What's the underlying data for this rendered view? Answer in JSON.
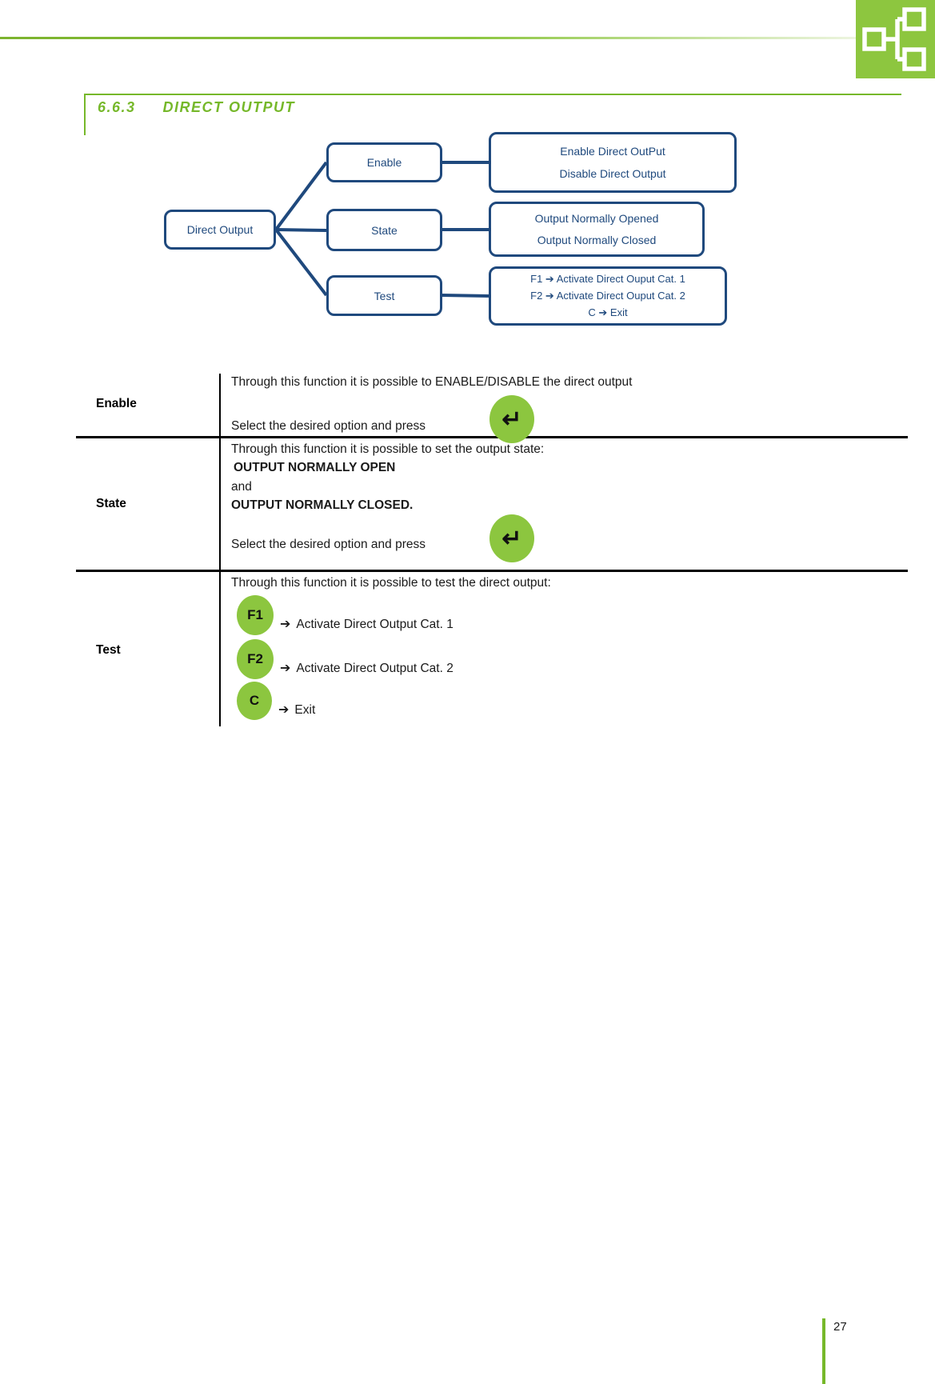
{
  "colors": {
    "navy": "#1F497D",
    "accent_green": "#76B82A",
    "logo_green": "#8DC63F",
    "button_green": "#8CC63F"
  },
  "icons": {
    "enter_key": "↵",
    "arrow": "➔",
    "logo": "network-tree-icon"
  },
  "header": {
    "section_number": "6.6.3",
    "section_title": "DIRECT OUTPUT"
  },
  "flowchart": {
    "root_label": "Direct Output",
    "branches": [
      {
        "label": "Enable",
        "options": [
          "Enable Direct OutPut",
          "Disable Direct Output"
        ]
      },
      {
        "label": "State",
        "options": [
          "Output Normally Opened",
          "Output Normally Closed"
        ]
      },
      {
        "label": "Test",
        "options": [
          "F1 ➔ Activate Direct Ouput Cat. 1",
          "F2 ➔ Activate Direct Ouput Cat. 2",
          "C ➔ Exit"
        ]
      }
    ]
  },
  "table": {
    "enable": {
      "label": "Enable",
      "description": "Through this function it is possible to ENABLE/DISABLE the direct output",
      "select_text": "Select the desired option and press"
    },
    "state": {
      "label": "State",
      "intro": "Through this function it is possible to set the output state:",
      "option_open": "OUTPUT NORMALLY OPEN",
      "conjunction": "and",
      "option_closed": "OUTPUT NORMALLY CLOSED.",
      "select_text": "Select the desired option and press"
    },
    "test": {
      "label": "Test",
      "intro": "Through this function it is possible to test the direct output:",
      "items": [
        {
          "key": "F1",
          "action": "Activate Direct Output Cat. 1"
        },
        {
          "key": "F2",
          "action": "Activate Direct Output Cat. 2"
        },
        {
          "key": "C",
          "action": "Exit"
        }
      ]
    }
  },
  "footer": {
    "page_number": "27"
  }
}
